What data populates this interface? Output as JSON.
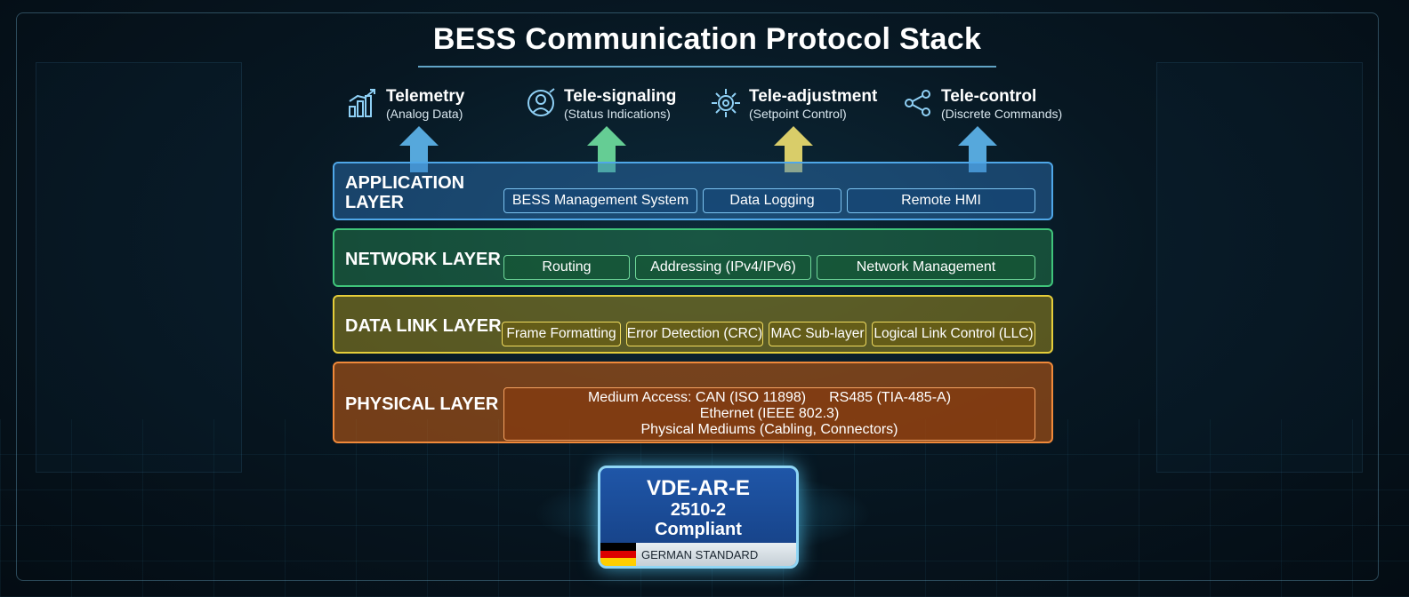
{
  "title": "BESS Communication Protocol Stack",
  "functions": [
    {
      "name": "Telemetry",
      "desc": "(Analog Data)",
      "icon": "bar-chart-icon",
      "arrow_color": "#5fb8f0"
    },
    {
      "name": "Tele-signaling",
      "desc": "(Status Indications)",
      "icon": "signal-status-icon",
      "arrow_color": "#6fe0a0"
    },
    {
      "name": "Tele-adjustment",
      "desc": "(Setpoint Control)",
      "icon": "adjustment-gear-icon",
      "arrow_color": "#f0e070"
    },
    {
      "name": "Tele-control",
      "desc": "(Discrete Commands)",
      "icon": "share-nodes-icon",
      "arrow_color": "#5fb8f0"
    }
  ],
  "layers": {
    "application": {
      "label": "APPLICATION LAYER",
      "items": [
        "BESS Management System",
        "Data Logging",
        "Remote HMI"
      ],
      "color": "#4fa7e8"
    },
    "network": {
      "label": "NETWORK LAYER",
      "items": [
        "Routing",
        "Addressing (IPv4/IPv6)",
        "Network Management"
      ],
      "color": "#3fc47a"
    },
    "datalink": {
      "label": "DATA LINK LAYER",
      "items": [
        "Frame Formatting",
        "Error Detection (CRC)",
        "MAC Sub-layer",
        "Logical Link Control (LLC)"
      ],
      "color": "#e5cd3a"
    },
    "physical": {
      "label": "PHYSICAL LAYER",
      "lines": [
        "Medium Access: CAN (ISO 11898)",
        "RS485 (TIA-485-A)",
        "Ethernet (IEEE 802.3)",
        "Physical Mediums (Cabling, Connectors)"
      ],
      "color": "#f0893a"
    }
  },
  "badge": {
    "line1": "VDE-AR-E",
    "line2": "2510-2",
    "line3": "Compliant",
    "footer": "GERMAN STANDARD",
    "flag_colors": [
      "#000000",
      "#dd0000",
      "#ffce00"
    ]
  }
}
